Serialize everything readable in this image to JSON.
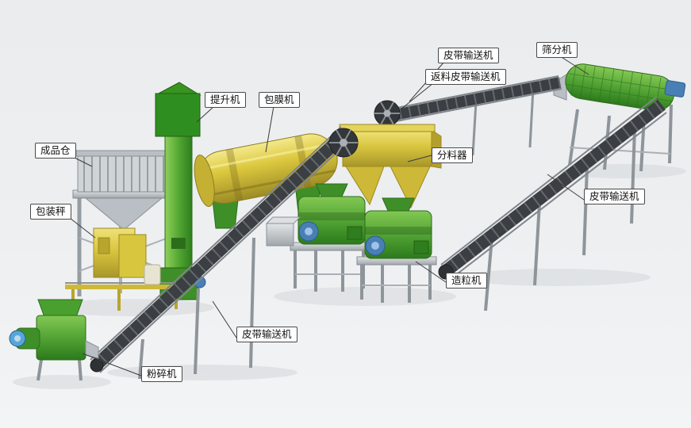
{
  "labels": {
    "elevator": "提升机",
    "coating_machine": "包膜机",
    "belt_conveyor_top": "皮带输送机",
    "return_belt_conveyor": "返料皮带输送机",
    "screening_machine": "筛分机",
    "finished_product_bin": "成品仓",
    "distributor": "分料器",
    "packing_scale": "包装秤",
    "belt_conveyor_right": "皮带输送机",
    "granulator": "造粒机",
    "belt_conveyor_main": "皮带输送机",
    "crusher": "粉碎机"
  },
  "colors": {
    "background": "#edeff1",
    "machine_green": "#4ea032",
    "drum_yellow": "#d9c63f",
    "steel_gray": "#a6adb2",
    "belt_dark": "#3b3e42",
    "motor_blue": "#4a7fb5",
    "label_bg": "#ffffff",
    "label_border": "#4a4a4a"
  }
}
